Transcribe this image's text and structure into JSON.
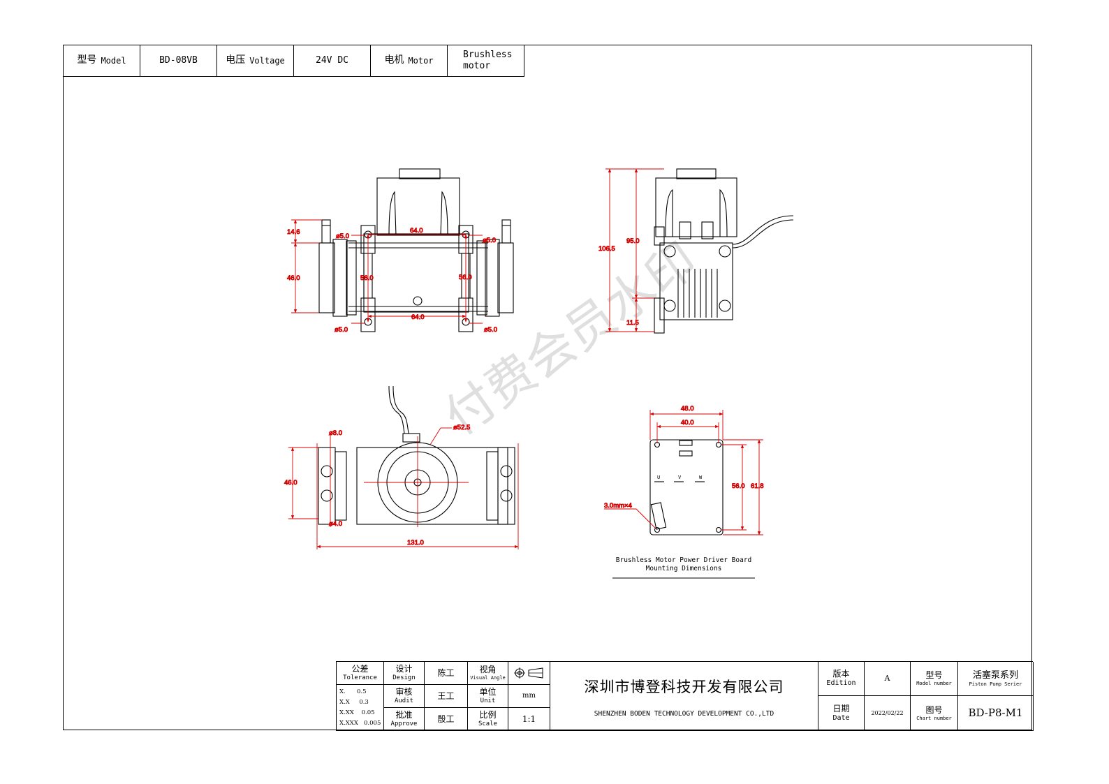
{
  "header": {
    "model_label": "型号",
    "model_label_en": "Model",
    "model_value": "BD-08VB",
    "voltage_label": "电压",
    "voltage_label_en": "Voltage",
    "voltage_value": "24V DC",
    "motor_label": "电机",
    "motor_label_en": "Motor",
    "motor_value_line1": "Brushless",
    "motor_value_line2": "motor"
  },
  "views": {
    "front": {
      "dims": [
        "14.6",
        "46.0",
        "ø5.0",
        "ø5.0",
        "ø5.0",
        "ø5.0",
        "64.0",
        "56.0",
        "56.0",
        "64.0"
      ]
    },
    "side": {
      "dims": [
        "106.5",
        "95.0",
        "11.5"
      ]
    },
    "bottom": {
      "dims": [
        "ø8.0",
        "ø52.5",
        "46.0",
        "ø4.0",
        "131.0"
      ]
    },
    "board": {
      "dims": [
        "48.0",
        "40.0",
        "56.0",
        "61.8",
        "3.0mm×4"
      ],
      "pin_labels": [
        "U",
        "V",
        "W"
      ],
      "caption_line1": "Brushless Motor Power Driver Board",
      "caption_line2": "Mounting Dimensions"
    }
  },
  "title_block": {
    "tolerance_zh": "公差",
    "tolerance_en": "Tolerance",
    "tolerances": [
      "X.      0.5",
      "X.X     0.3",
      "X.XX    0.05",
      "X.XXX   0.005"
    ],
    "design_zh": "设计",
    "design_en": "Design",
    "designer": "陈工",
    "audit_zh": "审核",
    "audit_en": "Audit",
    "auditor": "王工",
    "approve_zh": "批准",
    "approve_en": "Approve",
    "approver": "殷工",
    "visual_angle_zh": "视角",
    "visual_angle_en": "Visual Angle",
    "unit_zh": "单位",
    "unit_en": "Unit",
    "unit_value": "mm",
    "scale_zh": "比例",
    "scale_en": "Scale",
    "scale_value": "1:1",
    "company_zh": "深圳市博登科技开发有限公司",
    "company_en": "SHENZHEN BODEN TECHNOLOGY DEVELOPMENT CO.,LTD",
    "edition_zh": "版本",
    "edition_en": "Edition",
    "edition_value": "A",
    "date_zh": "日期",
    "date_en": "Date",
    "date_value": "2022/02/22",
    "model_number_zh": "型号",
    "model_number_en": "Model number",
    "model_number_value": "活塞泵系列",
    "model_number_value_en": "Piston Pump Serier",
    "chart_number_zh": "图号",
    "chart_number_en": "Chart number",
    "chart_number_value": "BD-P8-M1"
  },
  "colors": {
    "dimension": "#d40000",
    "line": "#000000",
    "watermark": "#d8d8d8"
  }
}
